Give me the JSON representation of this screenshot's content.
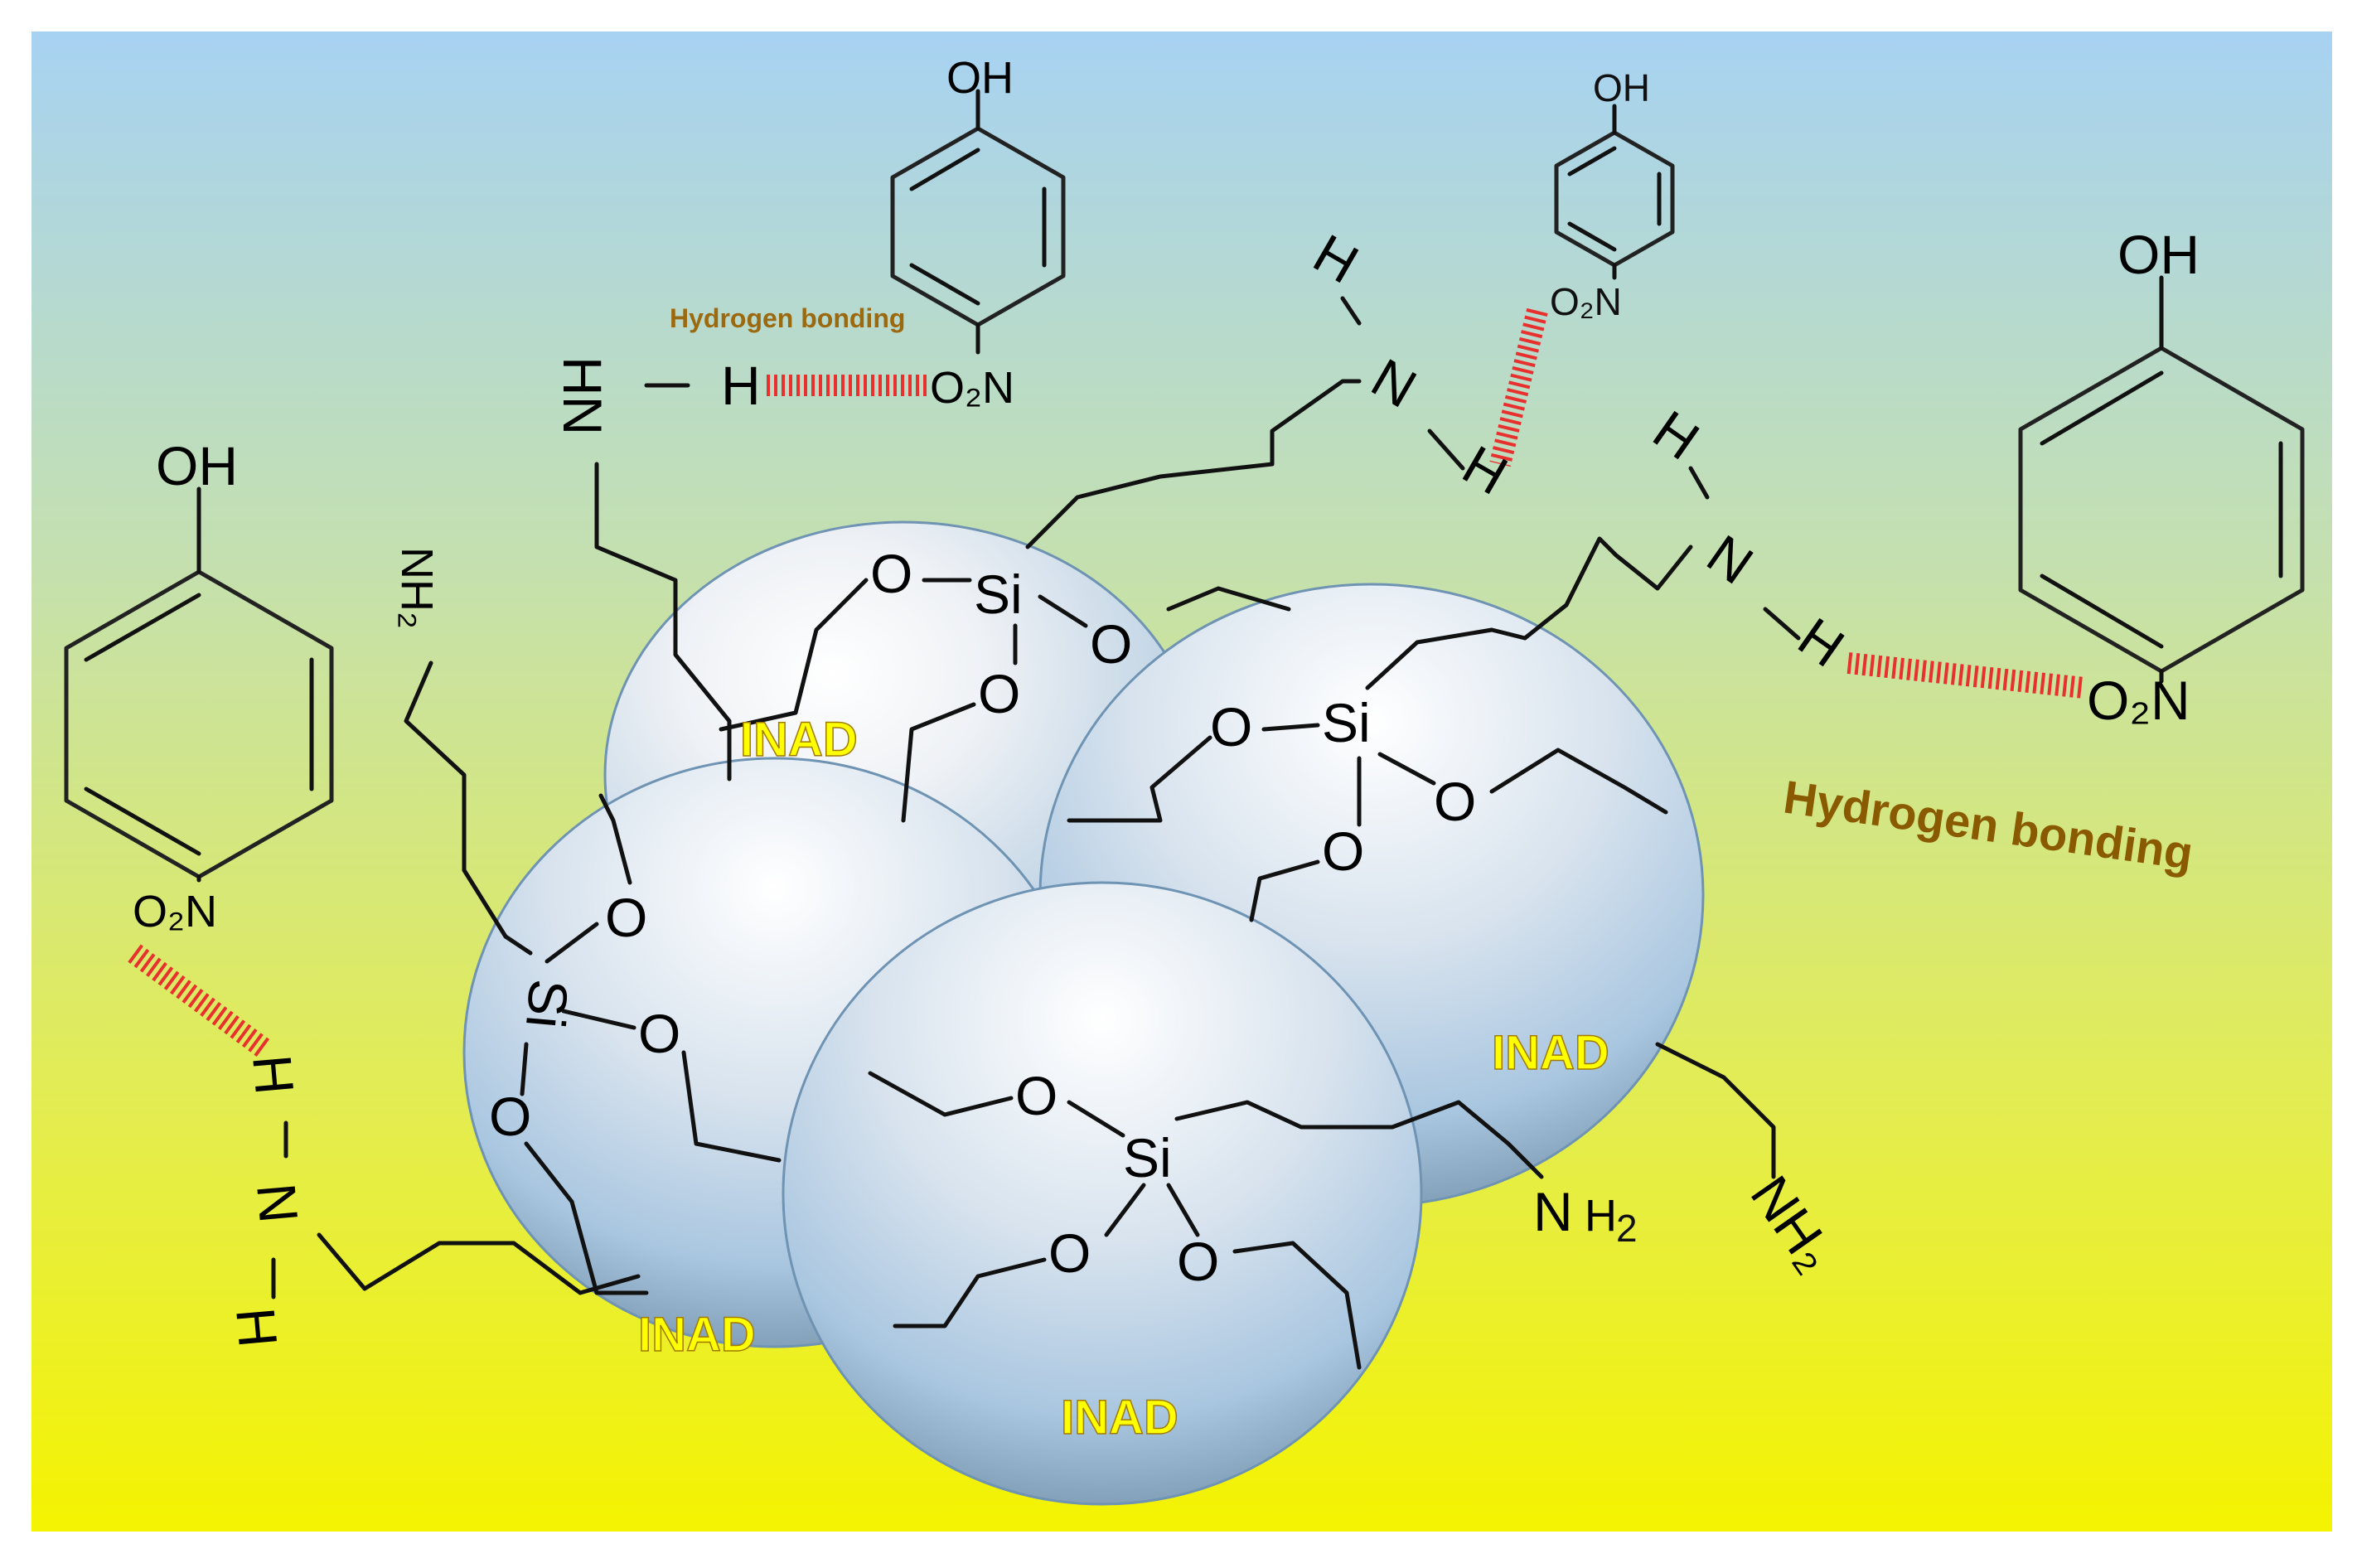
{
  "nanoparticle_label": "INAD",
  "hydrogen_bonding_label": "Hydrogen bonding",
  "atoms": {
    "oh": "OH",
    "o2n": "O₂N",
    "silicon": "Si",
    "oxygen": "O",
    "nitrogen": "N",
    "hydrogen": "H",
    "nh2": "NH₂",
    "hn": "HN"
  },
  "colors": {
    "background_top": "#a9d3ef",
    "background_bottom": "#f2f300",
    "hydrogen_bond": "#e8302e",
    "label_yellow": "#ffff00",
    "label_brown": "#8a5a00"
  }
}
